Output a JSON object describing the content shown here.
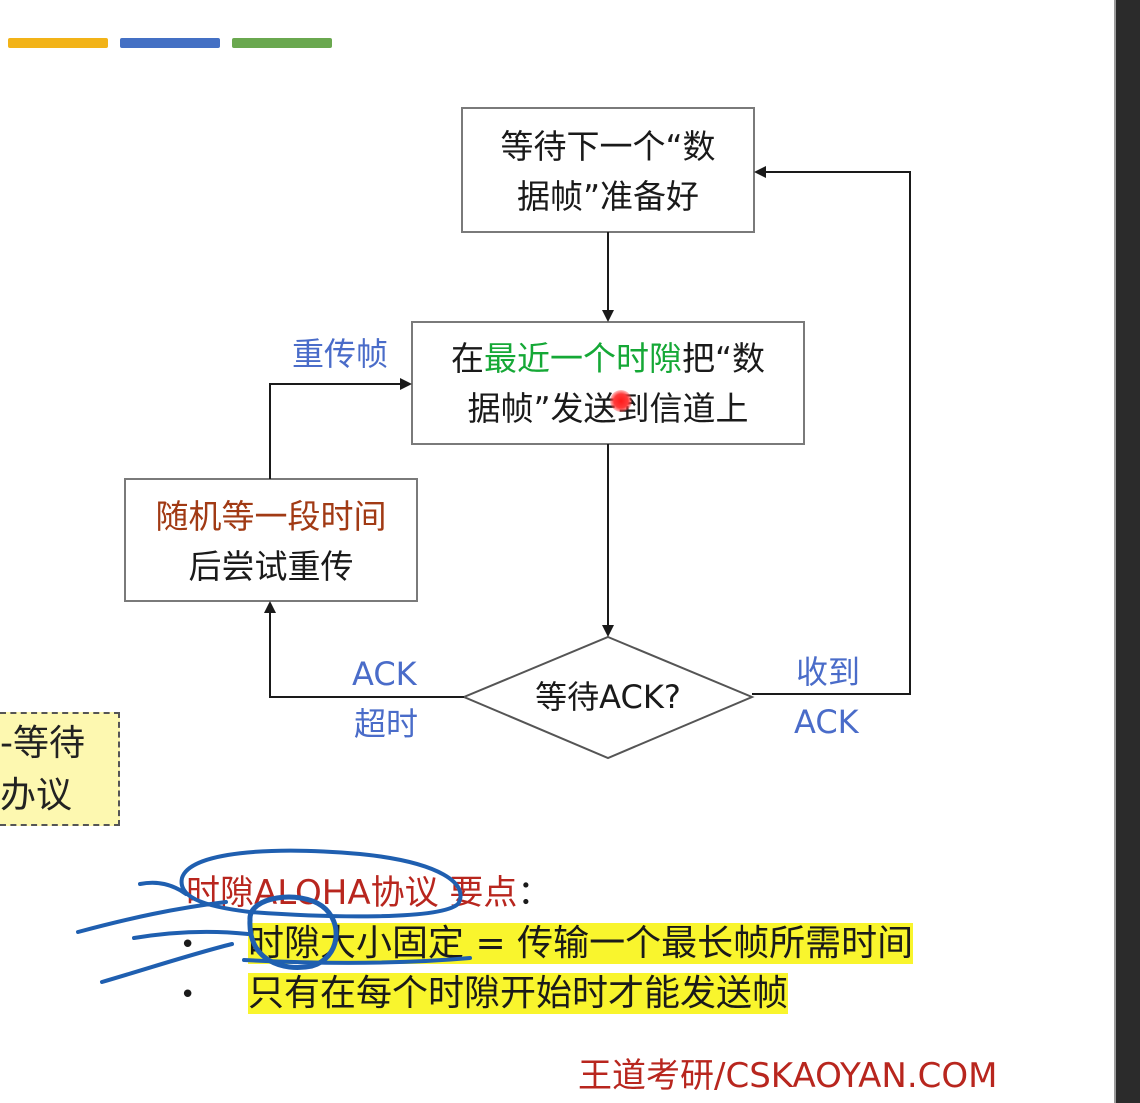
{
  "colors": {
    "bar_yellow": "#f2b318",
    "bar_blue": "#4470c4",
    "bar_green": "#6aa84f",
    "box_border": "#7a7a7a",
    "arrow": "#1a1a1a",
    "label_blue": "#4a6cc9",
    "green_text": "#15a836",
    "brown_text": "#a13a14",
    "red_text": "#b8261e",
    "highlight": "#f9f52d",
    "pen_blue": "#1f5fb0"
  },
  "diagram": {
    "wait_box": {
      "line1": "等待下一个“数",
      "line2": "据帧”准备好"
    },
    "send_box": {
      "line1_prefix": "在",
      "line1_green": "最近一个时隙",
      "line1_suffix": "把“数",
      "line2": "据帧”发送到信道上"
    },
    "random_box": {
      "line1": "随机等一段时间",
      "line2": "后尝试重传"
    },
    "decision": "等待ACK?",
    "label_retransmit": "重传帧",
    "label_timeout_1": "ACK",
    "label_timeout_2": "超时",
    "label_received_1": "收到",
    "label_received_2": "ACK"
  },
  "side_note": {
    "line1": "-等待",
    "line2": "办议"
  },
  "key_points": {
    "title": "时隙ALOHA协议 要点",
    "title_suffix": "：",
    "bullet_1_hl": "时隙大小固定",
    "bullet_1_rest": " = 传输一个最长帧所需时间",
    "bullet_2": "只有在每个时隙开始时才能发送帧",
    "bullet_symbol": "•"
  },
  "watermark": "王道考研/CSKAOYAN.COM"
}
